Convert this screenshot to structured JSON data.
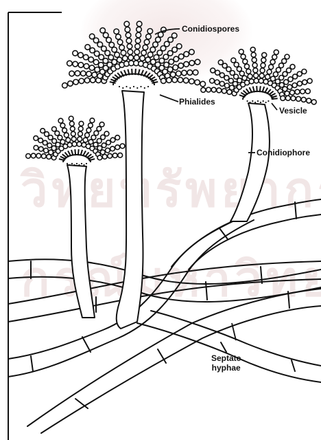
{
  "labels": {
    "conidiospores": "Conidiospores",
    "phialides": "Phialides",
    "vesicle": "Vesicle",
    "conidiophore": "Conidiophore",
    "septate_line1": "Septate",
    "septate_line2": "hyphae"
  },
  "watermark": {
    "line1": "วิทยทรัพยากร",
    "line2": "กรณ์มหาวิทยาลัย"
  },
  "colors": {
    "ink": "#111111",
    "watermark": "#e6cccc"
  }
}
